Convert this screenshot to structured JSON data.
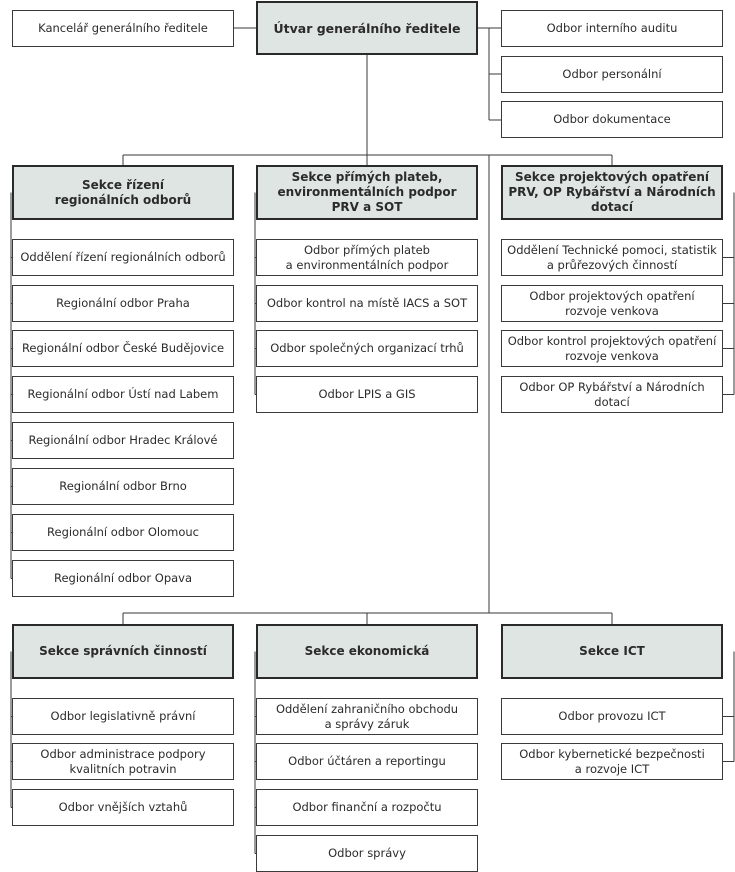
{
  "chart_data": {
    "type": "org-chart",
    "root": "Útvar generálního ředitele",
    "root_left": [
      "Kancelář generálního ředitele"
    ],
    "root_right": [
      "Odbor interního auditu",
      "Odbor personální",
      "Odbor dokumentace"
    ],
    "sections": [
      {
        "title": "Sekce řízení\nregionálních odborů",
        "units": [
          "Oddělení řízení regionálních odborů",
          "Regionální odbor Praha",
          "Regionální odbor České Budějovice",
          "Regionální odbor Ústí nad Labem",
          "Regionální odbor Hradec Králové",
          "Regionální odbor Brno",
          "Regionální odbor Olomouc",
          "Regionální odbor Opava"
        ]
      },
      {
        "title": "Sekce přímých plateb,\nenvironmentálních podpor\nPRV a SOT",
        "units": [
          "Odbor přímých plateb\na environmentálních podpor",
          "Odbor kontrol na místě IACS a SOT",
          "Odbor společných organizací trhů",
          "Odbor LPIS a GIS"
        ]
      },
      {
        "title": "Sekce projektových opatření\nPRV, OP Rybářství a Národních\ndotací",
        "units": [
          "Oddělení Technické pomoci, statistik\na průřezových činností",
          "Odbor projektových opatření\nrozvoje venkova",
          "Odbor kontrol projektových opatření\nrozvoje venkova",
          "Odbor OP Rybářství a Národních\ndotací"
        ]
      },
      {
        "title": "Sekce správních činností",
        "units": [
          "Odbor legislativně právní",
          "Odbor administrace podpory\nkvalitních potravin",
          "Odbor vnějších vztahů"
        ]
      },
      {
        "title": "Sekce ekonomická",
        "units": [
          "Oddělení zahraničního obchodu\na správy záruk",
          "Odbor účtáren a reportingu",
          "Odbor finanční a rozpočtu",
          "Odbor správy"
        ]
      },
      {
        "title": "Sekce ICT",
        "units": [
          "Odbor provozu ICT",
          "Odbor kybernetické bezpečnosti\na rozvoje ICT"
        ]
      }
    ]
  },
  "colors": {
    "header_fill": "#dee5e3",
    "line": "#3a3a3a",
    "box_fill": "#ffffff"
  }
}
